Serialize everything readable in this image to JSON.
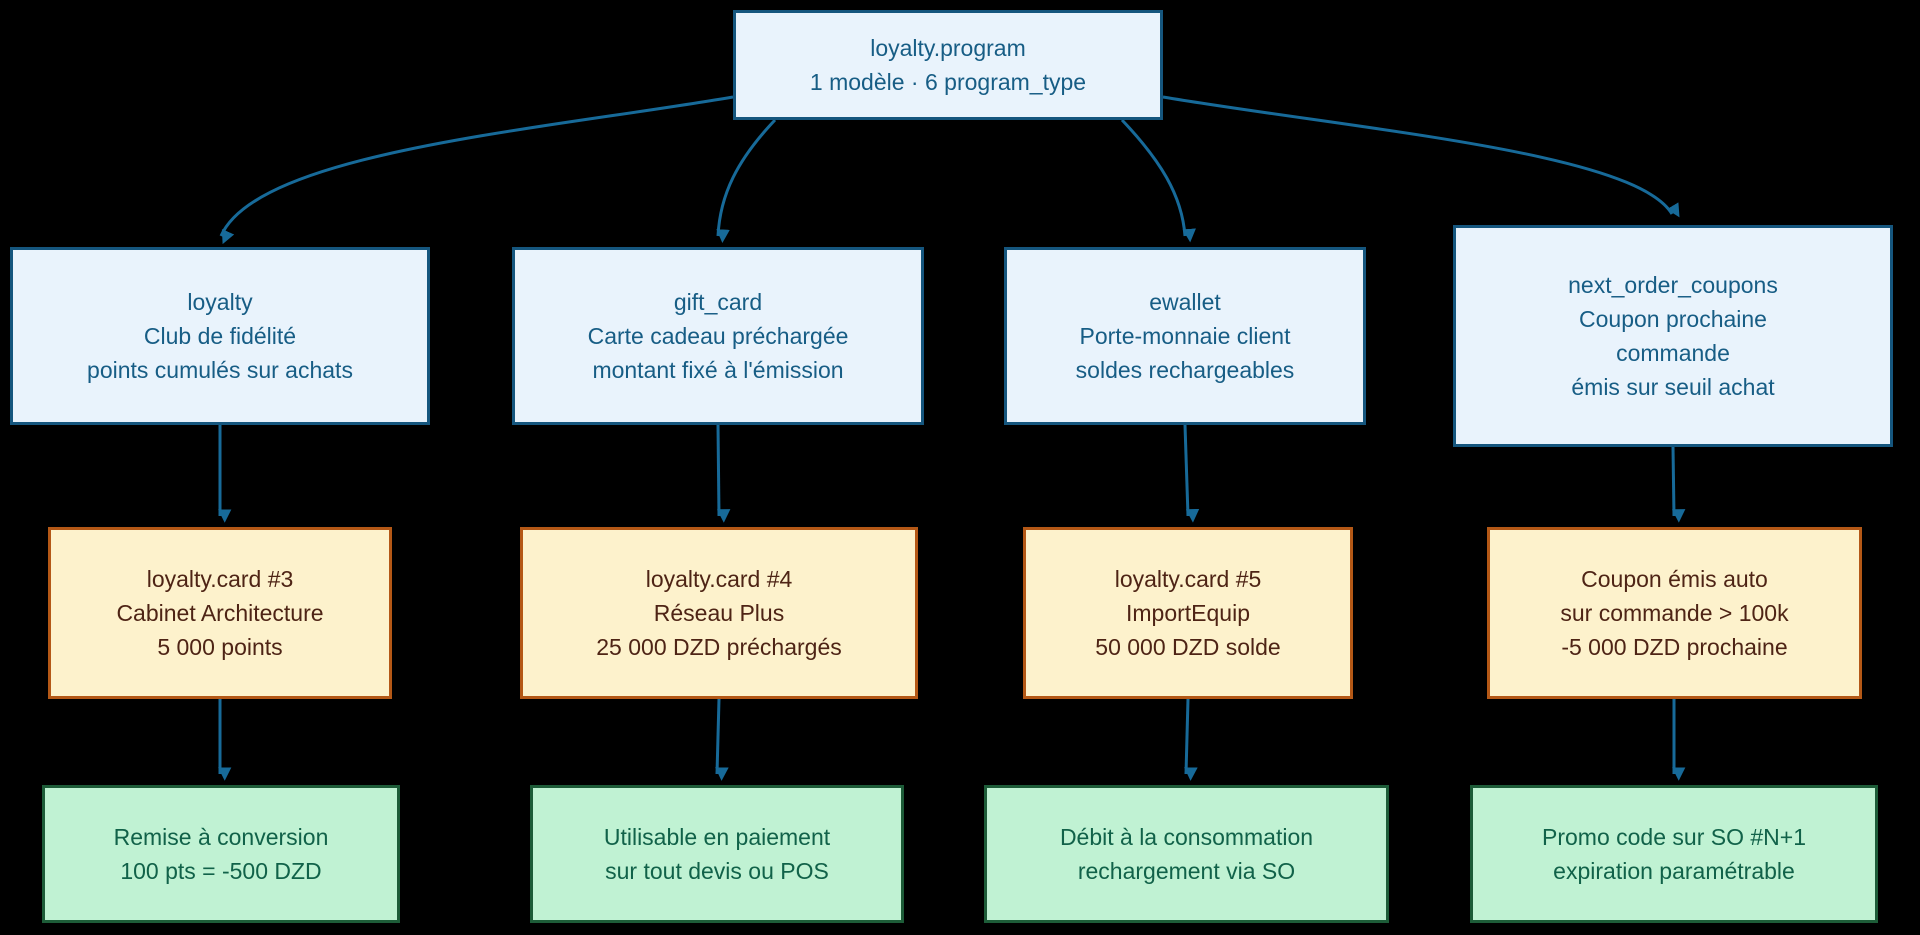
{
  "diagram_title": "loyalty.program hierarchy",
  "colors": {
    "background": "#000000",
    "blue_fill": "#e9f3fc",
    "blue_border": "#15567e",
    "blue_text": "#175d85",
    "edge": "#176a99",
    "orange_fill": "#fdf2cc",
    "orange_border": "#b45816",
    "orange_text": "#4e2415",
    "green_fill": "#c0f2d3",
    "green_border": "#1d5c38",
    "green_text": "#116249"
  },
  "nodes": {
    "root": {
      "lines": [
        "loyalty.program",
        "1 modèle · 6 program_type"
      ]
    },
    "loyalty": {
      "lines": [
        "loyalty",
        "Club de fidélité",
        "points cumulés sur achats"
      ]
    },
    "gift_card": {
      "lines": [
        "gift_card",
        "Carte cadeau préchargée",
        "montant fixé à l'émission"
      ]
    },
    "ewallet": {
      "lines": [
        "ewallet",
        "Porte-monnaie client",
        "soldes rechargeables"
      ]
    },
    "next_order_coupons": {
      "lines": [
        "next_order_coupons",
        "Coupon prochaine",
        "commande",
        "émis sur seuil achat"
      ]
    },
    "card3": {
      "lines": [
        "loyalty.card #3",
        "Cabinet Architecture",
        "5 000 points"
      ]
    },
    "card4": {
      "lines": [
        "loyalty.card #4",
        "Réseau Plus",
        "25 000 DZD préchargés"
      ]
    },
    "card5": {
      "lines": [
        "loyalty.card #5",
        "ImportEquip",
        "50 000 DZD solde"
      ]
    },
    "coupon_auto": {
      "lines": [
        "Coupon émis auto",
        "sur commande > 100k",
        "-5 000 DZD prochaine"
      ]
    },
    "conversion": {
      "lines": [
        "Remise à conversion",
        "100 pts = -500 DZD"
      ]
    },
    "payment": {
      "lines": [
        "Utilisable en paiement",
        "sur tout devis ou POS"
      ]
    },
    "debit": {
      "lines": [
        "Débit à la consommation",
        "rechargement via SO"
      ]
    },
    "promo": {
      "lines": [
        "Promo code sur SO #N+1",
        "expiration paramétrable"
      ]
    }
  }
}
